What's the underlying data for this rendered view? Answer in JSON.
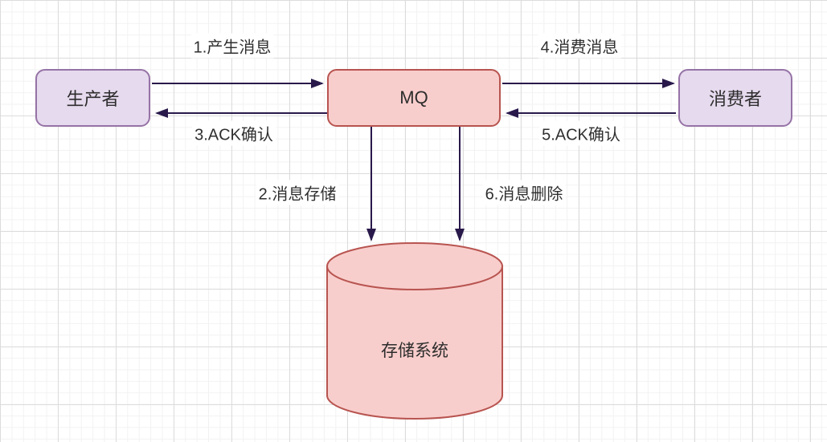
{
  "diagram": {
    "title": "MQ message flow diagram",
    "nodes": {
      "producer": {
        "label": "生产者",
        "shape": "rounded-rect",
        "style": "purple"
      },
      "mq": {
        "label": "MQ",
        "shape": "rounded-rect",
        "style": "pink"
      },
      "consumer": {
        "label": "消费者",
        "shape": "rounded-rect",
        "style": "purple"
      },
      "storage": {
        "label": "存储系统",
        "shape": "cylinder",
        "style": "pink"
      }
    },
    "edges": {
      "produce": {
        "label": "1.产生消息",
        "from": "producer",
        "to": "mq"
      },
      "store": {
        "label": "2.消息存储",
        "from": "mq",
        "to": "storage"
      },
      "ack_producer": {
        "label": "3.ACK确认",
        "from": "mq",
        "to": "producer"
      },
      "consume": {
        "label": "4.消费消息",
        "from": "mq",
        "to": "consumer"
      },
      "ack_consumer": {
        "label": "5.ACK确认",
        "from": "consumer",
        "to": "mq"
      },
      "delete": {
        "label": "6.消息删除",
        "from": "mq",
        "to": "storage"
      }
    },
    "colors": {
      "purple_fill": "#e6daee",
      "purple_border": "#9673a6",
      "pink_fill": "#f8cecc",
      "pink_border": "#b85450",
      "arrow": "#29194b",
      "text": "#2d2d2d",
      "grid_minor": "#f2f2f2",
      "grid_major": "#dcdcdc",
      "background": "#ffffff"
    }
  }
}
